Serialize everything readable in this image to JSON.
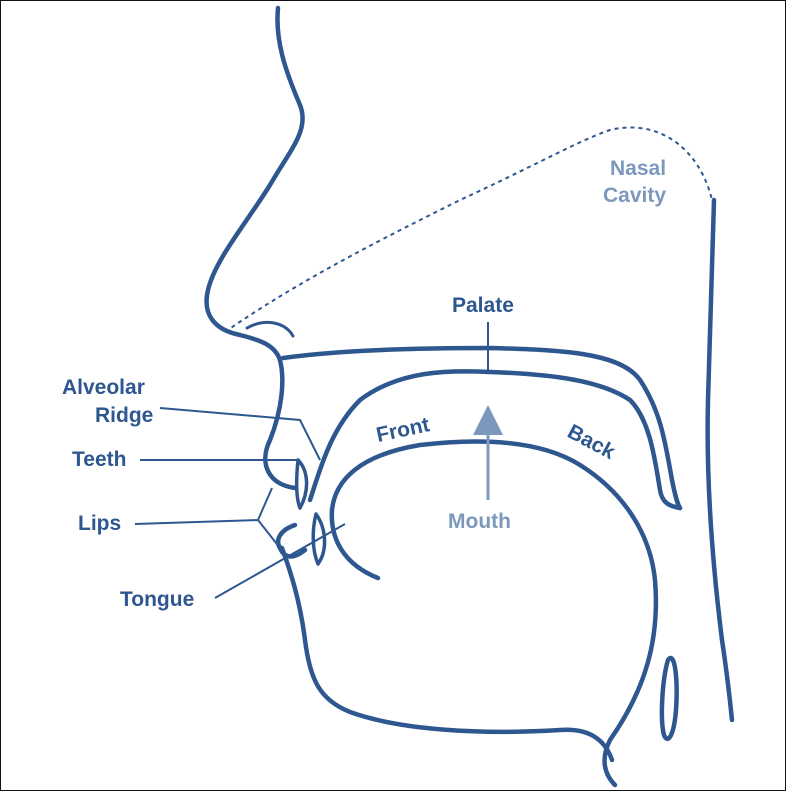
{
  "labels": {
    "nasal_cavity": [
      "Nasal",
      "Cavity"
    ],
    "palate": "Palate",
    "alveolar_ridge": [
      "Alveolar",
      "Ridge"
    ],
    "teeth": "Teeth",
    "front": "Front",
    "back": "Back",
    "lips": "Lips",
    "mouth": "Mouth",
    "tongue": "Tongue"
  },
  "colors": {
    "outline": "#2e5790",
    "light_label": "#7d98bd",
    "background": "#ffffff"
  }
}
